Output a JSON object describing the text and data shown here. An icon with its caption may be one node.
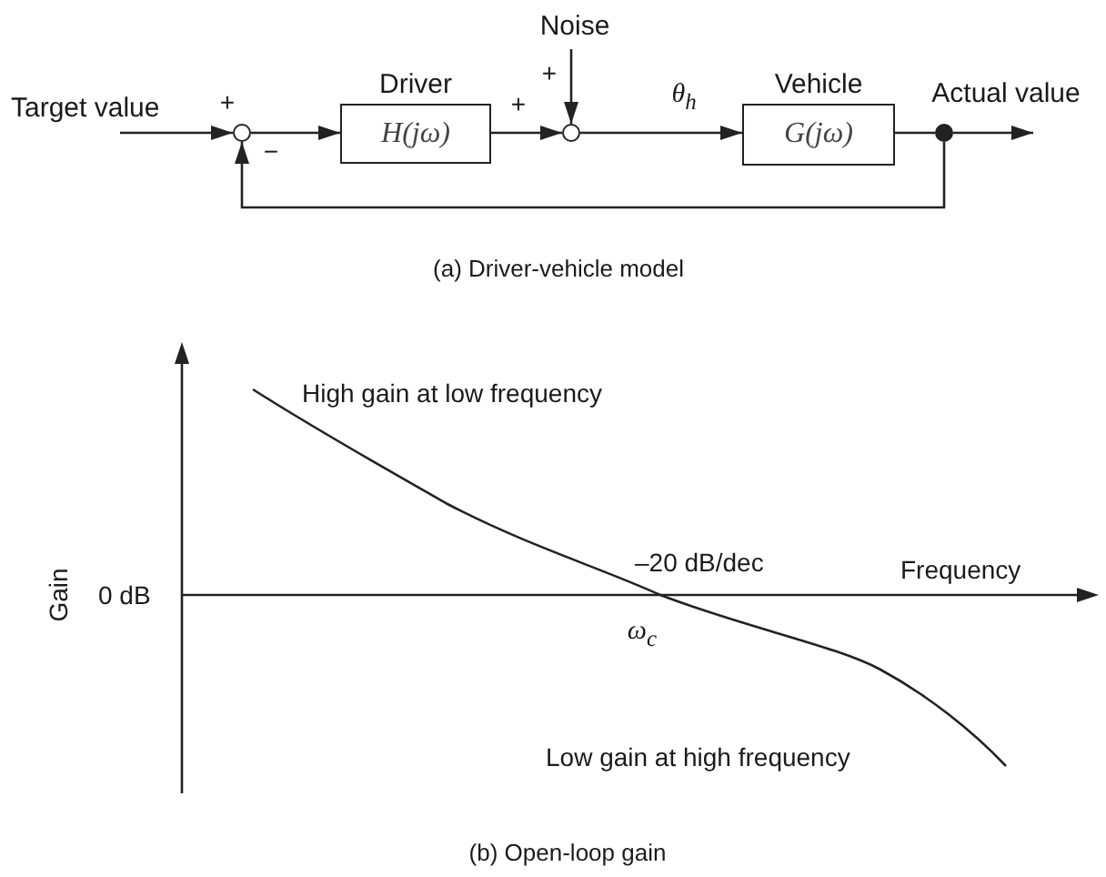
{
  "diagram": {
    "nodes": [
      {
        "text": [
          "Target value"
        ]
      },
      {
        "text": [],
        "shape": "circle"
      },
      {
        "text": [
          "Driver",
          "H(jω)"
        ]
      },
      {
        "text": [
          "Noise"
        ]
      },
      {
        "text": [],
        "shape": "circle"
      },
      {
        "text": [
          "Vehicle",
          "G(jω)"
        ]
      },
      {
        "text": [],
        "shape": "dot"
      },
      {
        "text": [
          "Actual value"
        ]
      }
    ],
    "edges": [
      {
        "from": 0,
        "to": 1,
        "arrow": "to"
      },
      {
        "from": 1,
        "to": 2,
        "arrow": "to"
      },
      {
        "from": 2,
        "to": 4,
        "arrow": "to"
      },
      {
        "from": 3,
        "to": 4,
        "arrow": "to"
      },
      {
        "from": 4,
        "to": 5,
        "arrow": "to",
        "label": "θ$_{h}$"
      },
      {
        "from": 5,
        "to": 6,
        "arrow": "none"
      },
      {
        "from": 6,
        "to": 7,
        "arrow": "to"
      },
      {
        "from": 6,
        "to": 1,
        "arrow": "to"
      }
    ],
    "labels": [
      "+",
      "+",
      "−",
      "+",
      "(a) Driver-vehicle model",
      "High gain at low frequency",
      "–20 dB/dec",
      "Frequency",
      "Gain",
      "0 dB",
      "ω$_{c}$",
      "Low gain at high frequency",
      "(b) Open-loop gain"
    ]
  }
}
